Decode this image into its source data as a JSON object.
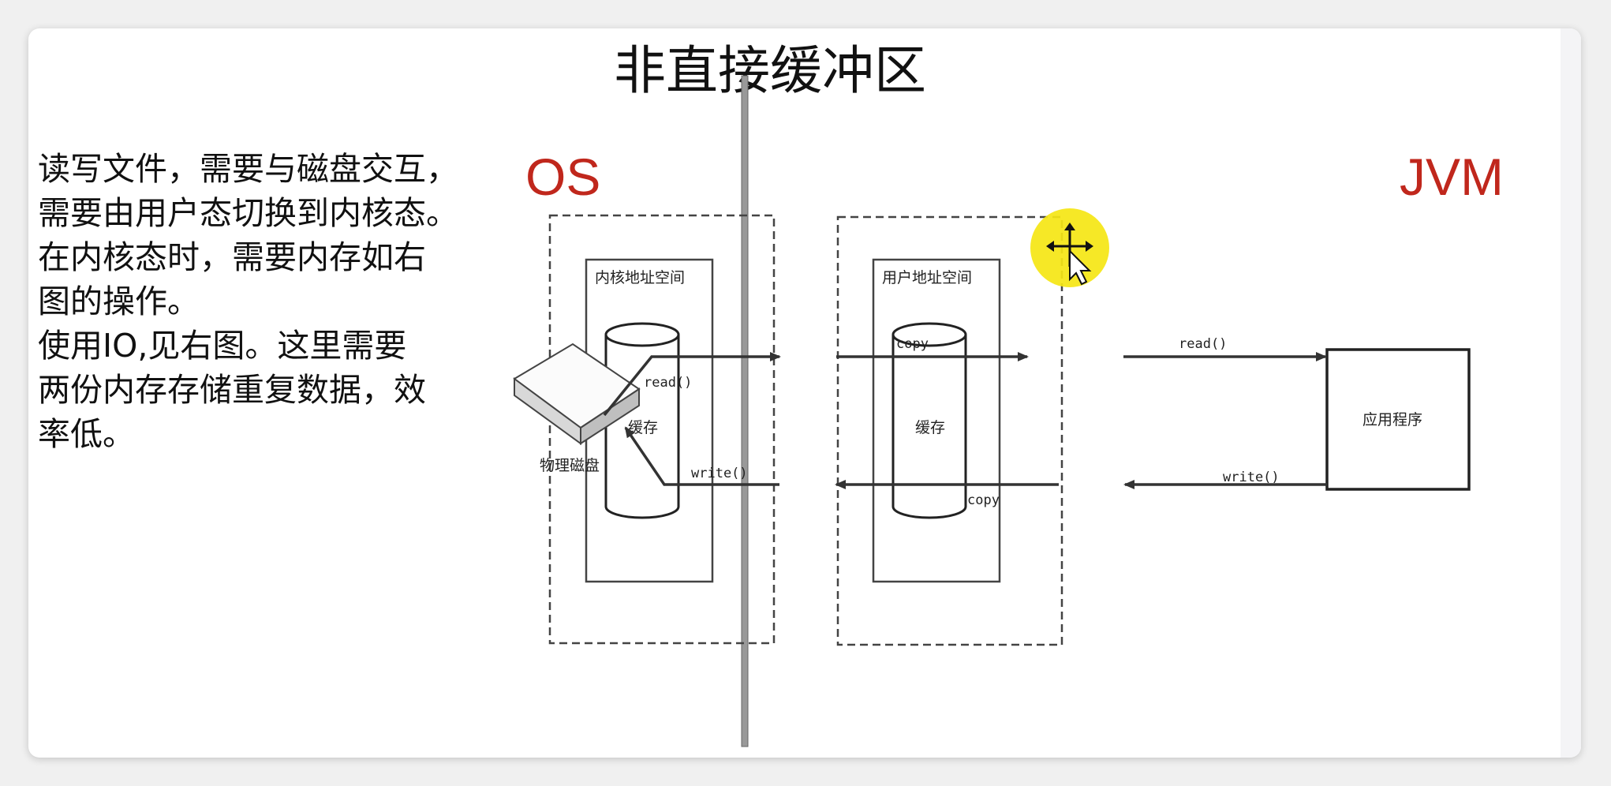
{
  "slide": {
    "title": "非直接缓冲区",
    "body_lines": [
      "读写文件，需要与磁盘交互，",
      "需要由用户态切换到内核态。",
      "在内核态时，需要内存如右",
      "图的操作。",
      "使用IO,见右图。这里需要",
      "两份内存存储重复数据，效",
      "率低。"
    ],
    "os_label": "OS",
    "jvm_label": "JVM"
  },
  "diagram": {
    "disk_label": "物理磁盘",
    "kernel_space_label": "内核地址空间",
    "user_space_label": "用户地址空间",
    "kernel_buffer_label": "缓存",
    "user_buffer_label": "缓存",
    "app_label": "应用程序",
    "disk_read": "read()",
    "disk_write": "write()",
    "copy_top": "copy",
    "copy_bottom": "copy",
    "app_read": "read()",
    "app_write": "write()"
  },
  "cursor": {
    "highlight_color": "#f5e614",
    "icon": "move-cursor-icon"
  },
  "colors": {
    "accent_red": "#c0271c"
  }
}
